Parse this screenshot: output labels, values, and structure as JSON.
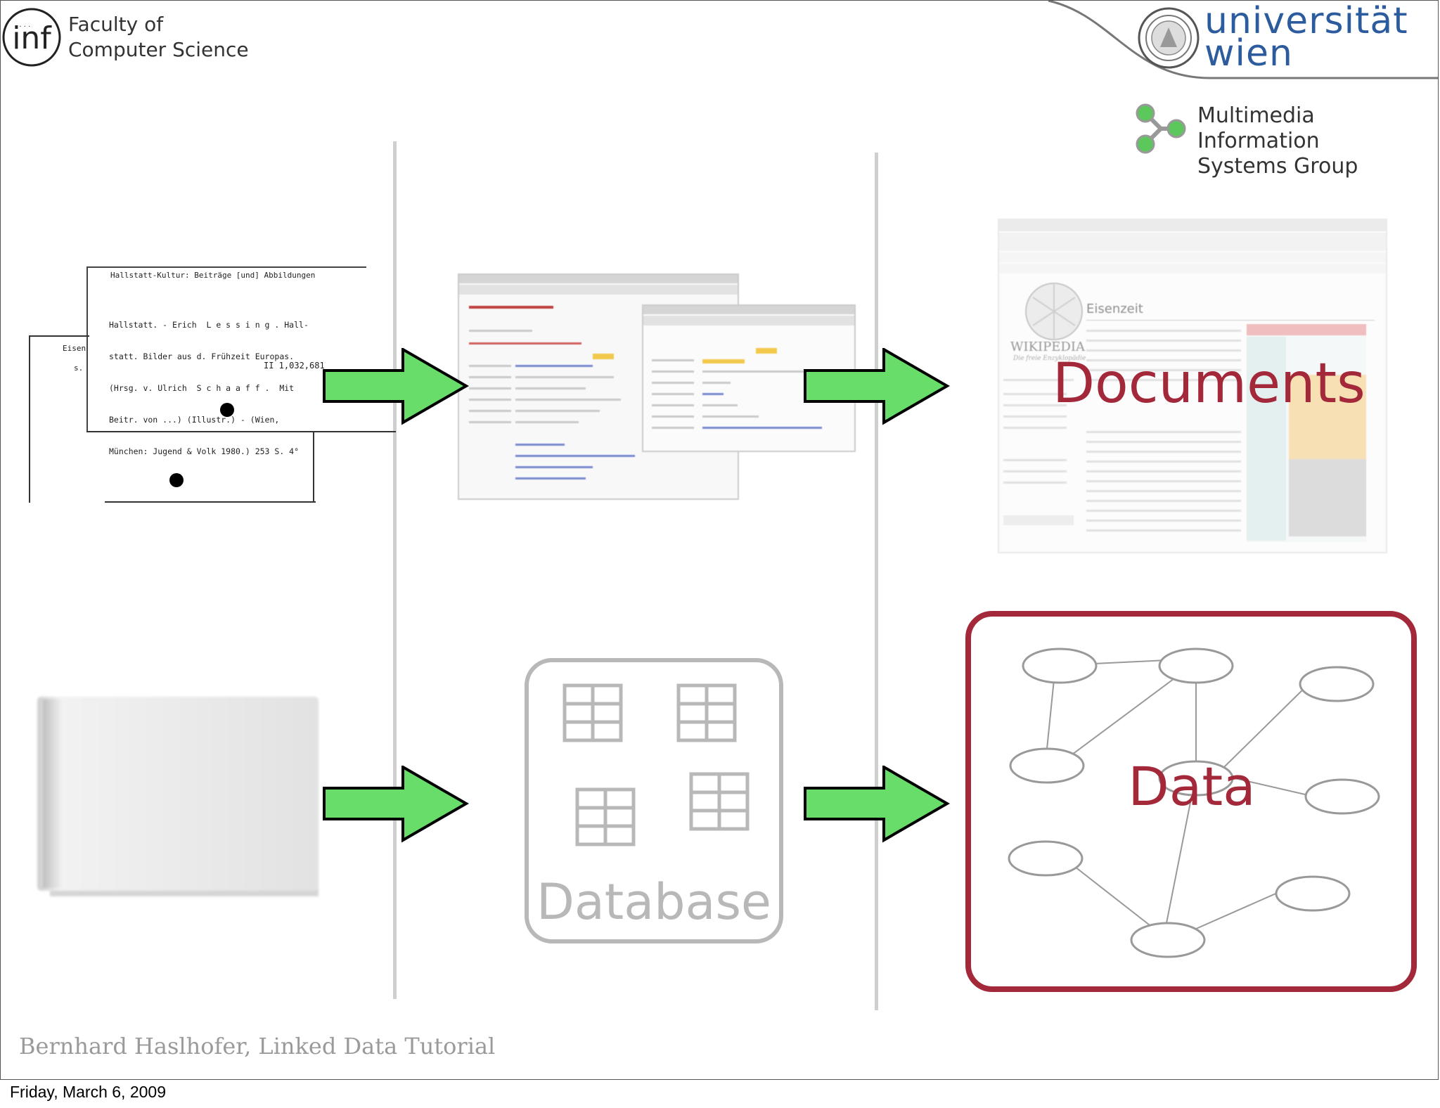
{
  "header": {
    "faculty": {
      "logo": "inf",
      "line1": "Faculty of",
      "line2": "Computer Science"
    },
    "university": {
      "line1": "universität",
      "line2": "wien",
      "seal_icon": "university-seal-icon"
    },
    "group": {
      "line1": "Multimedia Information",
      "line2": "Systems Group",
      "logo_icon": "molecule-icon"
    }
  },
  "diagram": {
    "documents_label": "Documents",
    "database_label": "Database",
    "data_label": "Data",
    "card_text": {
      "heading": "Hallstatt-Kultur: Beiträge [und] Abbildungen",
      "line1": "Hallstatt. - Erich  L e s s i n g . Hall-",
      "line2": "statt. Bilder aus d. Frühzeit Europas.",
      "line3": "(Hrsg. v. Ulrich  S c h a a f f .  Mit",
      "line4": "Beitr. von ...) (Illustr.) - (Wien,",
      "line5": "München: Jugend & Volk 1980.) 253 S. 4°",
      "margin_left": "Eisen",
      "margin_small": "s.",
      "call_number": "II 1,032,681"
    },
    "wiki_title": "Eisenzeit",
    "wiki_logo": "WIKIPEDIA",
    "wiki_tagline": "Die freie Enzyklopädie",
    "accent_color": "#a3283a",
    "arrow_color": "#69dd69",
    "faded_color": "#b8b8b8"
  },
  "footer": {
    "credit": "Bernhard Haslhofer, Linked Data Tutorial",
    "date": "Friday, March 6, 2009"
  }
}
